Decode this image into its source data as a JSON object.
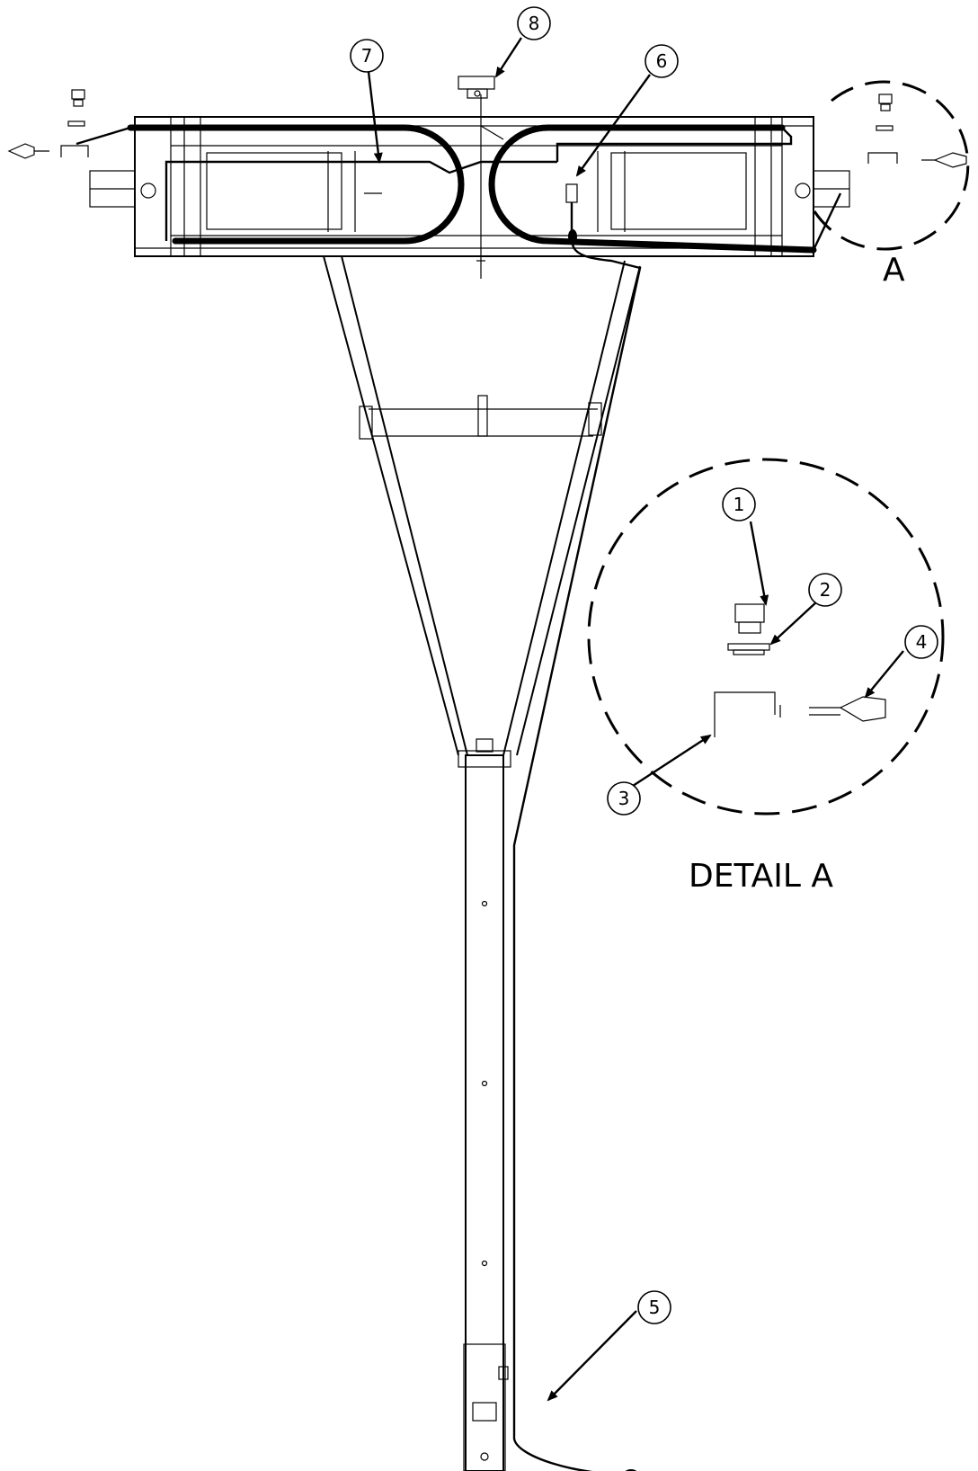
{
  "callouts": {
    "c1": "1",
    "c2": "2",
    "c3": "3",
    "c4": "4",
    "c5": "5",
    "c6": "6",
    "c7": "7",
    "c8": "8"
  },
  "view_label": "A",
  "detail_label": "DETAIL A"
}
